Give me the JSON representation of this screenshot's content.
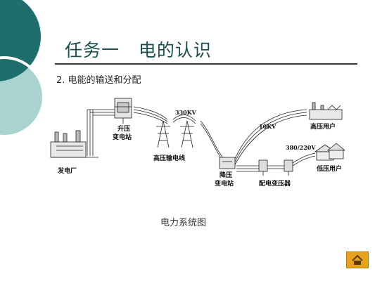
{
  "slide": {
    "title": "任务一   电的认识",
    "subtitle": "2. 电能的输送和分配",
    "caption": "电力系统图"
  },
  "diagram": {
    "labels": {
      "power_plant": "发电厂",
      "stepup_l1": "升压",
      "stepup_l2": "变电站",
      "hv_line": "高压输电线",
      "voltage_330": "330KV",
      "stepdown_l1": "降压",
      "stepdown_l2": "变电站",
      "voltage_10": "10KV",
      "hv_user": "高压用户",
      "voltage_380": "380/220V",
      "dist_transformer": "配电变压器",
      "lv_user": "低压用户"
    }
  },
  "colors": {
    "decor_dark": "#1f6e6c",
    "decor_light": "#a9d3cf",
    "accent_nav": "#e8a21a"
  },
  "nav": {
    "icon": "home-icon"
  }
}
